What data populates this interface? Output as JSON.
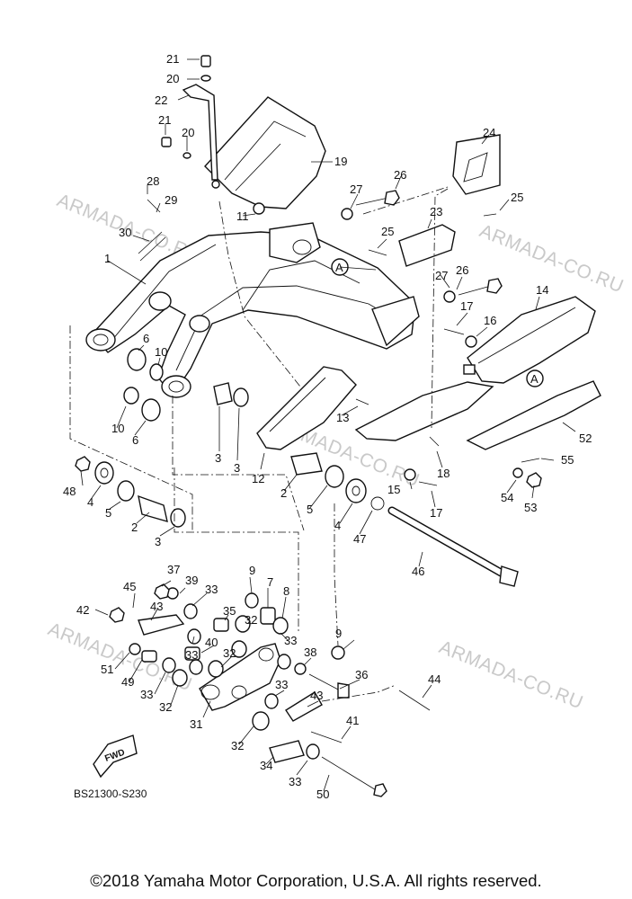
{
  "watermark": "ARMADA-CO.RU",
  "diagram_code": "BS21300-S230",
  "fwd_label": "FWD",
  "ref_mark": "A",
  "copyright": "©2018 Yamaha Motor Corporation, U.S.A. All rights reserved.",
  "callouts": [
    "1",
    "2",
    "3",
    "4",
    "5",
    "6",
    "7",
    "8",
    "9",
    "10",
    "11",
    "12",
    "13",
    "14",
    "15",
    "16",
    "17",
    "18",
    "19",
    "20",
    "21",
    "22",
    "23",
    "24",
    "25",
    "26",
    "27",
    "28",
    "29",
    "30",
    "31",
    "32",
    "33",
    "34",
    "35",
    "36",
    "37",
    "38",
    "39",
    "40",
    "41",
    "42",
    "43",
    "44",
    "45",
    "46",
    "47",
    "48",
    "49",
    "50",
    "51",
    "52",
    "53",
    "54",
    "55"
  ]
}
